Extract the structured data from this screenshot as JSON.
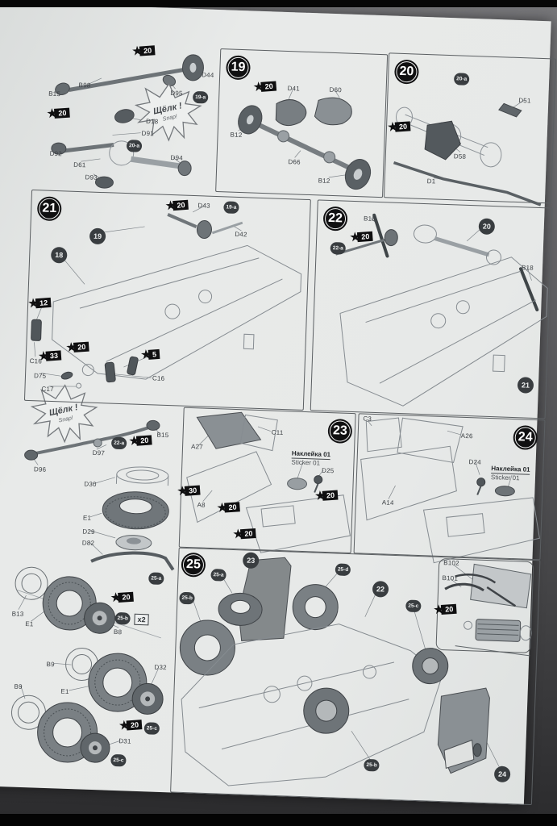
{
  "colors": {
    "paper": "#e7e9e8",
    "ink": "#3c4044",
    "badge_black": "#101011",
    "ref_gray": "#393d40"
  },
  "callouts": {
    "snap1": "Щёлк !",
    "snap1_sub": "Snap!",
    "snap2": "Щёлк !",
    "snap2_sub": "Snap!"
  },
  "pre19": {
    "flag_a": "20",
    "d44": "D44",
    "b98": "B98",
    "d95": "D95",
    "ref_19a": "19-a",
    "b15": "B15",
    "flag_b": "20",
    "d18": "D18",
    "d91": "D91",
    "ref_20a": "20-a",
    "d92": "D92",
    "d94": "D94",
    "d61": "D61",
    "d93": "D93"
  },
  "s19": {
    "step": "19",
    "flag": "20",
    "d41": "D41",
    "d60": "D60",
    "b12_left": "B12",
    "d66": "D66",
    "b12_right": "B12"
  },
  "s20": {
    "step": "20",
    "ref_20a": "20-a",
    "d51": "D51",
    "flag": "20",
    "d58": "D58",
    "d1": "D1"
  },
  "s21": {
    "step": "21",
    "flag_20a": "20",
    "d43": "D43",
    "ref_19a": "19-a",
    "d42": "D42",
    "ref_19": "19",
    "ref_18": "18",
    "flag_12": "12",
    "flag_33": "33",
    "c16_left": "C16",
    "flag_20b": "20",
    "flag_5": "5",
    "c16_right": "C16",
    "d75": "D75",
    "c17": "C17"
  },
  "s22": {
    "step": "22",
    "b18_top": "B18",
    "flag": "20",
    "ref_22a": "22-a",
    "ref_20": "20",
    "b18_right": "B18",
    "ref_21": "21"
  },
  "mid": {
    "d97": "D97",
    "ref_22a": "22-a",
    "flag": "20",
    "b15": "B15",
    "d96": "D96",
    "d30": "D30",
    "e1": "E1",
    "d29": "D29",
    "d82": "D82"
  },
  "wheels": {
    "ref_25a": "25-a",
    "flag_a": "20",
    "b13": "B13",
    "e1_a": "E1",
    "ref_25b": "25-b",
    "x2": "x2",
    "b8": "B8",
    "b9_a": "B9",
    "d32": "D32",
    "e1_b": "E1",
    "flag_b": "20",
    "ref_25c_a": "25-c",
    "b9_b": "B9",
    "d31": "D31",
    "ref_25c_b": "25-c"
  },
  "s23": {
    "step": "23",
    "c11": "C11",
    "a27": "A27",
    "sticker_ru": "Наклейка 01",
    "sticker_en": "Sticker 01",
    "d25": "D25",
    "flag_30": "30",
    "a8": "A8",
    "flag_20a": "20",
    "flag_20b": "20",
    "flag_20c": "20"
  },
  "s24": {
    "step": "24",
    "c3": "C3",
    "a26": "A26",
    "d24": "D24",
    "sticker_ru": "Наклейка 01",
    "sticker_en": "Sticker 01",
    "a14": "A14"
  },
  "s25": {
    "step": "25",
    "ref_23": "23",
    "ref_25a": "25-a",
    "ref_25d": "25-d",
    "ref_25b": "25-b",
    "ref_22": "22",
    "ref_25c": "25-c",
    "b102": "B102",
    "b101": "B101",
    "flag": "20",
    "ref_25b_bottom": "25-b",
    "ref_24": "24"
  }
}
